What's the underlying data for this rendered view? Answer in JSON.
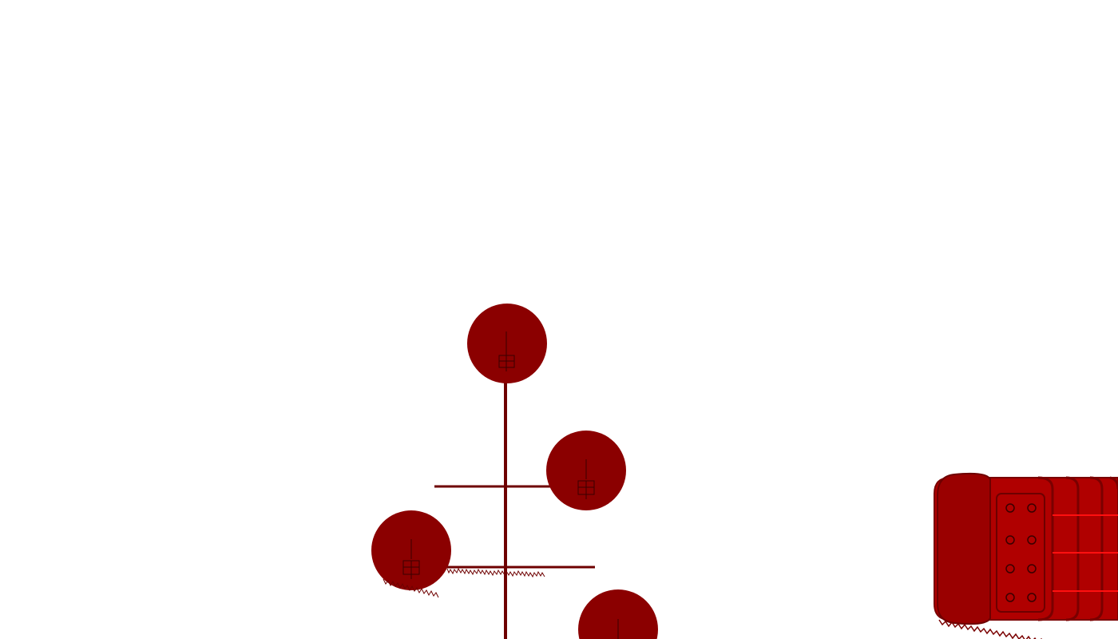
{
  "palette": {
    "background": "#ffffff",
    "ornament_red": "#8b0000",
    "stem_red": "#6e0000",
    "detail_dark": "#3a0000",
    "cylinder_red": "#b00000",
    "cylinder_dark": "#7a0000"
  },
  "scene": {
    "ornaments": [
      {
        "name": "ornament-top"
      },
      {
        "name": "ornament-right"
      },
      {
        "name": "ornament-left"
      },
      {
        "name": "ornament-bottom"
      }
    ],
    "branches": [
      {
        "name": "branch-upper"
      },
      {
        "name": "branch-lower"
      }
    ],
    "object": {
      "name": "red-cylinder-object"
    }
  }
}
